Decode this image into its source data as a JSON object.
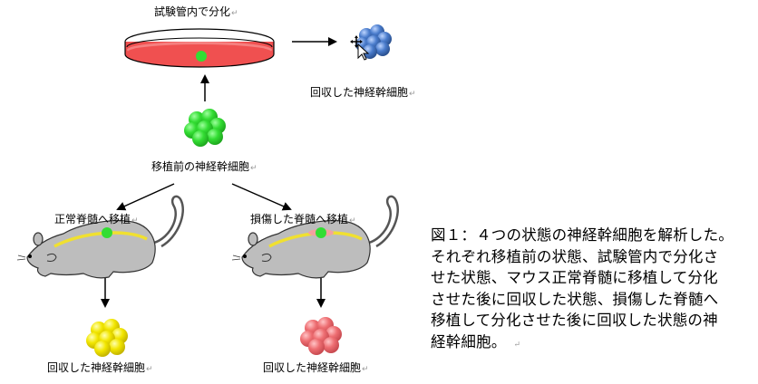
{
  "labels": {
    "in_vitro": "試験管内で分化",
    "collected_top": "回収した神経幹細胞",
    "pre_transplant": "移植前の神経幹細胞",
    "normal_spinal": "正常脊髄へ移植",
    "injured_spinal": "損傷した脊髄へ移植",
    "collected_left": "回収した神経幹細胞",
    "collected_right": "回収した神経幹細胞",
    "return_mark": "↵"
  },
  "caption": {
    "lines": [
      "図１：４つの状態の神経幹細胞を解析した。",
      "それぞれ移植前の状態、試験管内で分化さ",
      "せた状態、マウス正常脊髄に移植して分化",
      "させた後に回収した状態、損傷した脊髄へ",
      "移植して分化させた後に回収した状態の神",
      "経幹細胞。"
    ]
  },
  "colors": {
    "cell_green": "#33dd33",
    "cell_blue": "#4a7ccc",
    "cell_yellow": "#f2e600",
    "cell_pink": "#ee6e72",
    "dish_medium": "#f05050",
    "mouse_body": "#bdbdbd",
    "spinal_cord": "#f0e030",
    "injury": "#f4a0a0"
  }
}
